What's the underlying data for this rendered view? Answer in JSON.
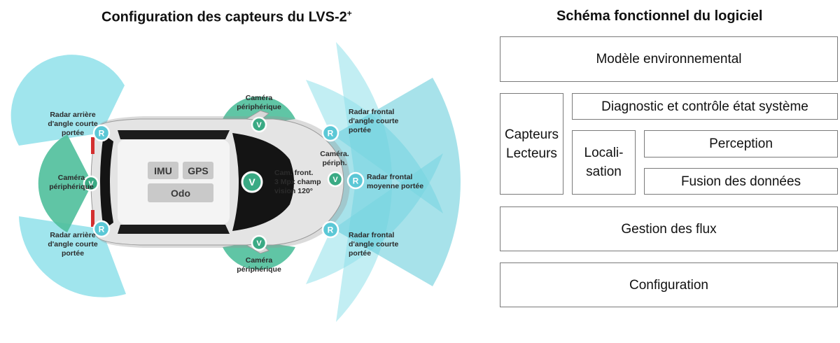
{
  "left_panel": {
    "title_main": "Configuration des capteurs du LVS-2",
    "title_sup": "+",
    "chips": {
      "imu": "IMU",
      "gps": "GPS",
      "odo": "Odo"
    },
    "badges": {
      "radar": "R",
      "camera": "V"
    },
    "labels": {
      "radar_rear_left": [
        "Radar arrière",
        "d'angle courte",
        "portée"
      ],
      "camera_left": [
        "Caméra",
        "périphérique"
      ],
      "radar_rear_right": [
        "Radar arrière",
        "d'angle courte",
        "portée"
      ],
      "camera_top": [
        "Caméra",
        "périphérique"
      ],
      "camera_bottom": [
        "Caméra",
        "périphérique"
      ],
      "cam_front": [
        "Cam. front.",
        "3 Mpx champ",
        "vision 120°"
      ],
      "camera_periph_front": [
        "Caméra.",
        "périph."
      ],
      "radar_front_top": [
        "Radar frontal",
        "d'angle courte",
        "portée"
      ],
      "radar_front_mid": [
        "Radar frontal",
        "moyenne portée"
      ],
      "radar_front_bottom": [
        "Radar frontal",
        "d'angle courte",
        "portée"
      ]
    },
    "colors": {
      "radar": "#8fe0ea",
      "camera": "#4fbf9b",
      "radar_badge": "#5bc8d6",
      "camera_badge": "#3aaa84",
      "car_body": "#e4e4e4"
    }
  },
  "right_panel": {
    "title": "Schéma fonctionnel du logiciel",
    "blocks": {
      "env_model": "Modèle environnemental",
      "sensors": [
        "Capteurs",
        "Lecteurs"
      ],
      "diagnostic": "Diagnostic et contrôle état système",
      "localisation": [
        "Locali-",
        "sation"
      ],
      "perception": "Perception",
      "fusion": "Fusion des données",
      "flow": "Gestion des flux",
      "config": "Configuration"
    }
  }
}
